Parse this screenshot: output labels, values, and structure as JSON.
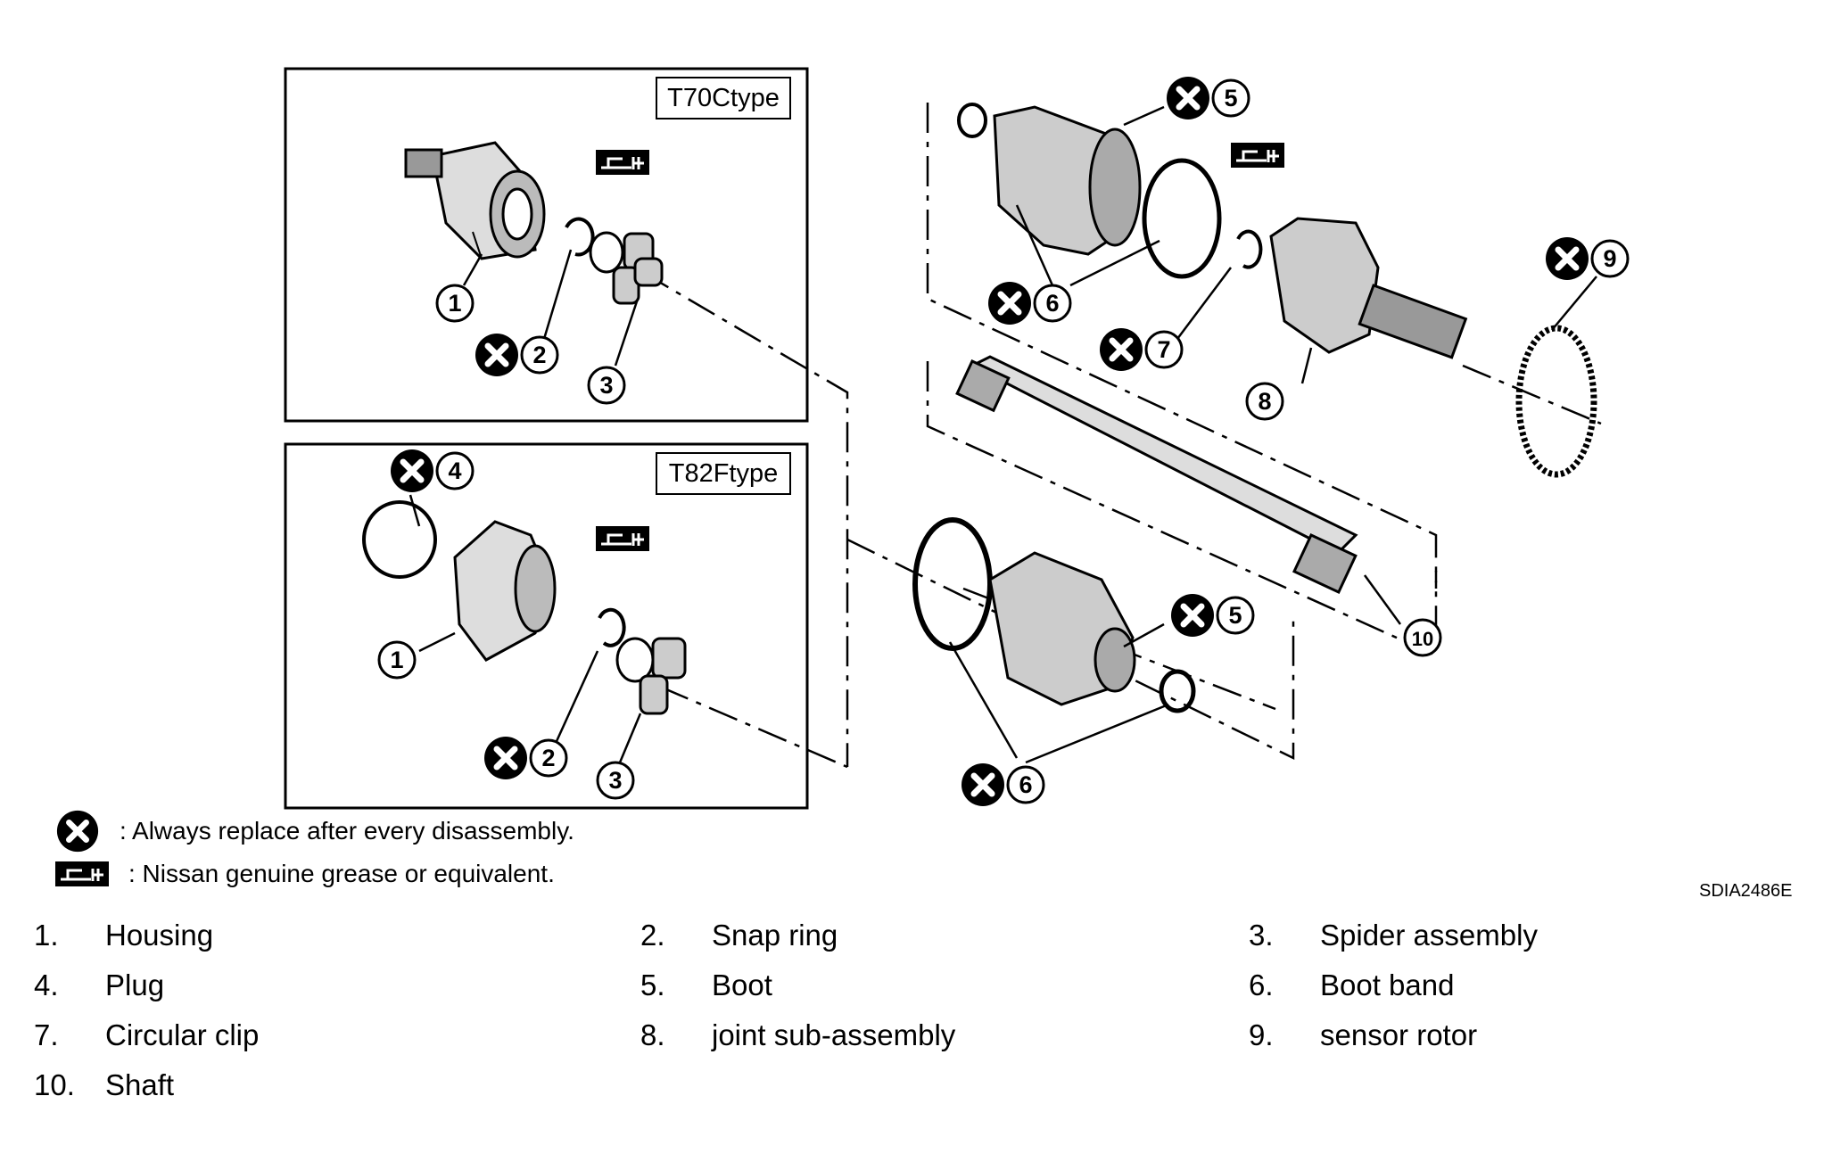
{
  "diagram": {
    "variant_labels": [
      "T70Ctype",
      "T82Ftype"
    ],
    "callouts": {
      "t70c": [
        "1",
        "2",
        "3"
      ],
      "t82f": [
        "4",
        "1",
        "2",
        "3"
      ],
      "outer": [
        "5",
        "6",
        "7",
        "8",
        "9",
        "10",
        "5",
        "6"
      ]
    },
    "icons": [
      "replace-x-icon",
      "grease-gun-icon"
    ]
  },
  "legend": {
    "replace_text": ": Always replace after every disassembly.",
    "grease_text": ": Nissan genuine grease or equivalent."
  },
  "figure_code": "SDIA2486E",
  "parts": [
    {
      "num": "1.",
      "name": "Housing"
    },
    {
      "num": "2.",
      "name": "Snap ring"
    },
    {
      "num": "3.",
      "name": "Spider assembly"
    },
    {
      "num": "4.",
      "name": "Plug"
    },
    {
      "num": "5.",
      "name": "Boot"
    },
    {
      "num": "6.",
      "name": "Boot band"
    },
    {
      "num": "7.",
      "name": "Circular clip"
    },
    {
      "num": "8.",
      "name": "joint sub-assembly"
    },
    {
      "num": "9.",
      "name": "sensor rotor"
    },
    {
      "num": "10.",
      "name": "Shaft"
    }
  ]
}
